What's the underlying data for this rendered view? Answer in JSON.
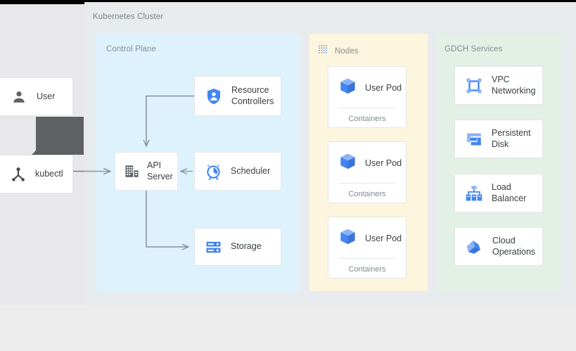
{
  "diagram": {
    "title": "Kubernetes Cluster",
    "colors": {
      "control_plane_bg": "#ddf2fd",
      "nodes_bg": "#fdf5dd",
      "gdch_bg": "#e2f0e6",
      "page_bg": "#e8ebed",
      "left_pane_bg": "#e8e7eb",
      "accent_blue": "#4285f4",
      "icon_gray": "#5f6368",
      "label_gray": "#868e93",
      "overlay_gray": "#5f6063"
    }
  },
  "actors": [
    {
      "label": "User",
      "icon": "person-icon"
    },
    {
      "label": "kubectl",
      "icon": "kubectl-icon"
    }
  ],
  "groups": {
    "control_plane": {
      "label": "Control Plane",
      "items": [
        {
          "label": "Resource Controllers",
          "icon": "shield-person-icon"
        },
        {
          "label": "API Server",
          "icon": "server-building-icon"
        },
        {
          "label": "Scheduler",
          "icon": "alarm-clock-icon"
        },
        {
          "label": "Storage",
          "icon": "storage-rack-icon"
        }
      ]
    },
    "nodes": {
      "label": "Nodes",
      "icon": "dotted-grid-icon",
      "pods": [
        {
          "label": "User Pod",
          "icon": "cube-icon",
          "sublabel": "Containers"
        },
        {
          "label": "User Pod",
          "icon": "cube-icon",
          "sublabel": "Containers"
        },
        {
          "label": "User Pod",
          "icon": "cube-icon",
          "sublabel": "Containers"
        }
      ]
    },
    "gdch_services": {
      "label": "GDCH Services",
      "items": [
        {
          "label": "VPC Networking",
          "icon": "vpc-network-icon"
        },
        {
          "label": "Persistent Disk",
          "icon": "persistent-disk-icon"
        },
        {
          "label": "Load Balancer",
          "icon": "load-balancer-icon"
        },
        {
          "label": "Cloud Operations",
          "icon": "cloud-operations-icon"
        }
      ]
    }
  }
}
